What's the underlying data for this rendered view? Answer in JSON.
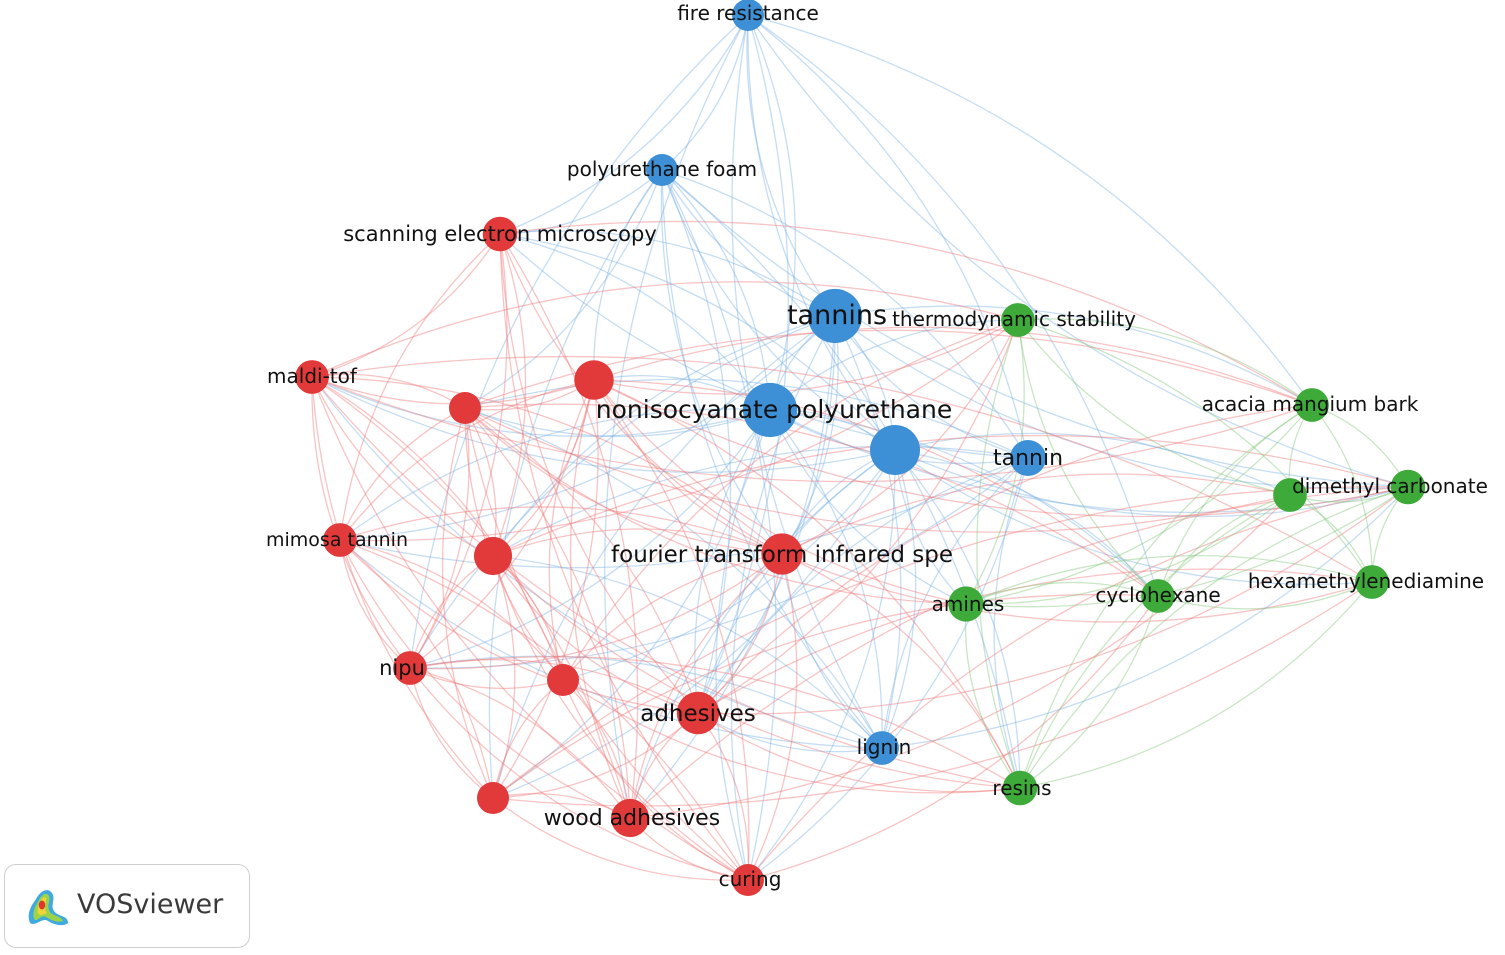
{
  "brand": {
    "name": "VOSviewer"
  },
  "clusters": {
    "red": {
      "color": "#e23a3a",
      "edge_color": "#ef7a7a"
    },
    "green": {
      "color": "#3daa3a",
      "edge_color": "#86c87d"
    },
    "blue": {
      "color": "#3d8fd6",
      "edge_color": "#7fb4e4"
    }
  },
  "nodes": [
    {
      "id": "fire-resistance",
      "label": "fire resistance",
      "cluster": "blue",
      "weight": 1
    },
    {
      "id": "polyurethane-foam",
      "label": "polyurethane foam",
      "cluster": "blue",
      "weight": 1
    },
    {
      "id": "tannins",
      "label": "tannins",
      "cluster": "blue",
      "weight": 5
    },
    {
      "id": "nonisocyanate-polyurethane",
      "label": "nonisocyanate polyurethane",
      "cluster": "blue",
      "weight": 5
    },
    {
      "id": "blue-hub",
      "label": "",
      "cluster": "blue",
      "weight": 4
    },
    {
      "id": "tannin",
      "label": "tannin",
      "cluster": "blue",
      "weight": 1.5
    },
    {
      "id": "lignin",
      "label": "lignin",
      "cluster": "blue",
      "weight": 1.2
    },
    {
      "id": "scanning-electron-microscopy",
      "label": "scanning electron microscopy",
      "cluster": "red",
      "weight": 1.3
    },
    {
      "id": "maldi-tof",
      "label": "maldi-tof",
      "cluster": "red",
      "weight": 1.2
    },
    {
      "id": "red-node-a",
      "label": "",
      "cluster": "red",
      "weight": 2
    },
    {
      "id": "red-node-b",
      "label": "",
      "cluster": "red",
      "weight": 1
    },
    {
      "id": "mimosa-tannin",
      "label": "mimosa tannin",
      "cluster": "red",
      "weight": 1.2
    },
    {
      "id": "red-node-c",
      "label": "",
      "cluster": "red",
      "weight": 1.8
    },
    {
      "id": "fourier-transform-infrared-spe",
      "label": "fourier transform infrared spe",
      "cluster": "red",
      "weight": 2.3
    },
    {
      "id": "nipu",
      "label": "nipu",
      "cluster": "red",
      "weight": 1.2
    },
    {
      "id": "red-node-d",
      "label": "",
      "cluster": "red",
      "weight": 1
    },
    {
      "id": "adhesives",
      "label": "adhesives",
      "cluster": "red",
      "weight": 2.5
    },
    {
      "id": "red-node-e",
      "label": "",
      "cluster": "red",
      "weight": 1
    },
    {
      "id": "wood-adhesives",
      "label": "wood adhesives",
      "cluster": "red",
      "weight": 1.8
    },
    {
      "id": "curing",
      "label": "curing",
      "cluster": "red",
      "weight": 1
    },
    {
      "id": "thermodynamic-stability",
      "label": "thermodynamic stability",
      "cluster": "green",
      "weight": 1.2
    },
    {
      "id": "acacia-mangium-bark",
      "label": "acacia mangium bark",
      "cluster": "green",
      "weight": 1.2
    },
    {
      "id": "dimethyl-carbonate",
      "label": "dimethyl carbonate",
      "cluster": "green",
      "weight": 1.3
    },
    {
      "id": "green-node-a",
      "label": "",
      "cluster": "green",
      "weight": 1.2
    },
    {
      "id": "hexamethylenediamine",
      "label": "hexamethylenediamine",
      "cluster": "green",
      "weight": 1.2
    },
    {
      "id": "cyclohexane",
      "label": "cyclohexane",
      "cluster": "green",
      "weight": 1.2
    },
    {
      "id": "amines",
      "label": "amines",
      "cluster": "green",
      "weight": 1.4
    },
    {
      "id": "resins",
      "label": "resins",
      "cluster": "green",
      "weight": 1.3
    }
  ]
}
